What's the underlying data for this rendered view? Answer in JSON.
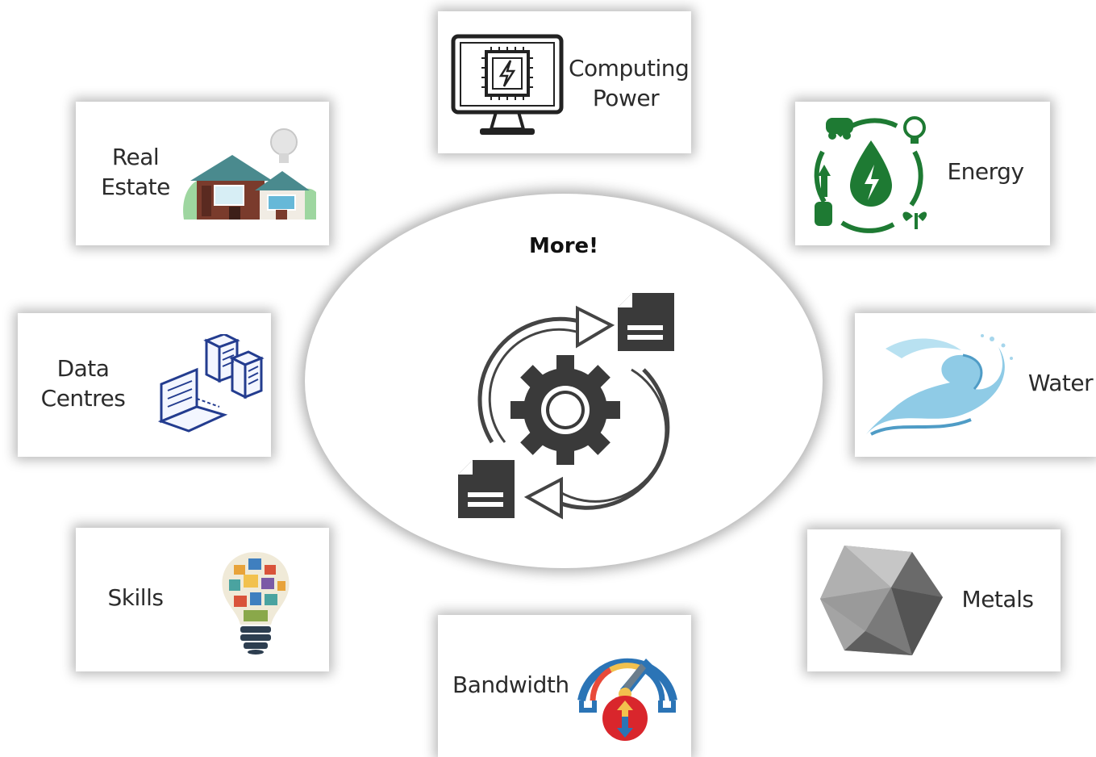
{
  "center": {
    "title": "More!"
  },
  "cards": {
    "computing": {
      "line1": "Computing",
      "line2": "Power"
    },
    "real_estate": {
      "line1": "Real",
      "line2": "Estate"
    },
    "energy": {
      "label": "Energy"
    },
    "data_centres": {
      "line1": "Data",
      "line2": "Centres"
    },
    "water": {
      "label": "Water"
    },
    "skills": {
      "label": "Skills"
    },
    "metals": {
      "label": "Metals"
    },
    "bandwidth": {
      "label": "Bandwidth"
    }
  },
  "icons": {
    "computing": "computer-chip-icon",
    "real_estate": "houses-icon",
    "energy": "energy-cycle-icon",
    "data_centres": "server-laptop-icon",
    "water": "water-wave-icon",
    "skills": "lightbulb-icon",
    "metals": "metal-polyhedron-icon",
    "bandwidth": "speed-gauge-icon",
    "center": "process-cycle-icon"
  },
  "colors": {
    "energy_green": "#1e7a33",
    "water_blue": "#6fb4d6",
    "dark_icon": "#3a3a3a"
  }
}
